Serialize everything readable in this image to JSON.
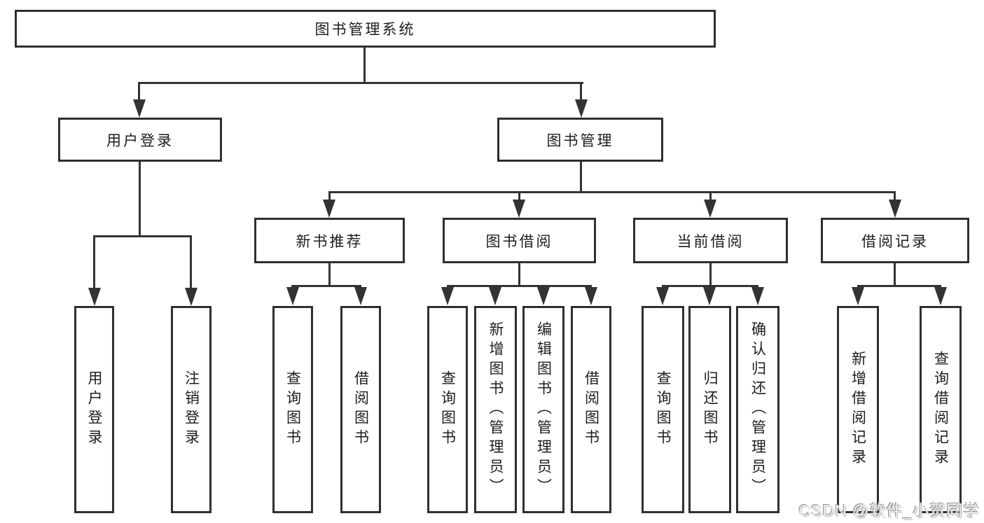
{
  "diagram": {
    "root": {
      "label": "图书管理系统"
    },
    "level1": [
      {
        "label": "用户登录",
        "children": [
          "用户登录",
          "注销登录"
        ]
      },
      {
        "label": "图书管理"
      }
    ],
    "level2": [
      {
        "label": "新书推荐",
        "children": [
          "查询图书",
          "借阅图书"
        ]
      },
      {
        "label": "图书借阅",
        "children": [
          "查询图书",
          "新增图书（管理员）",
          "编辑图书（管理员）",
          "借阅图书"
        ]
      },
      {
        "label": "当前借阅",
        "children": [
          "查询图书",
          "归还图书",
          "确认归还（管理员）"
        ]
      },
      {
        "label": "借阅记录",
        "children": [
          "新增借阅记录",
          "查询借阅记录"
        ]
      }
    ]
  },
  "watermark": {
    "text": "CSDN @软件_小贺同学"
  },
  "colors": {
    "line": "#333333",
    "text": "#1d1d1d",
    "background": "#ffffff",
    "watermark": "#ededed"
  }
}
